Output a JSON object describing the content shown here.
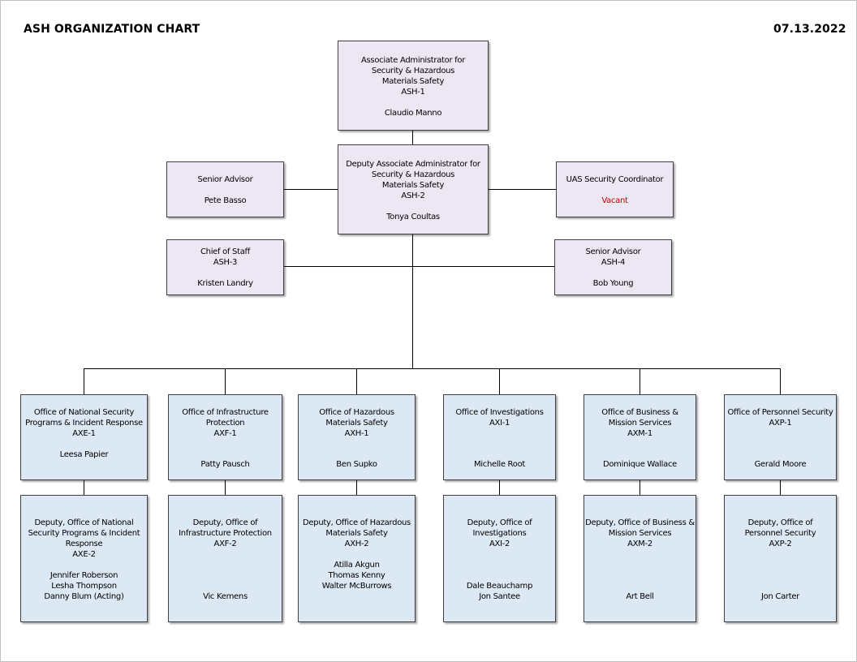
{
  "header": {
    "title": "ASH ORGANIZATION CHART",
    "date": "07.13.2022"
  },
  "colors": {
    "top_box": "#ede7f3",
    "office_box": "#dde8f5",
    "vacant": "#c00000"
  },
  "boxes": {
    "ash1": {
      "lines": [
        "Associate Administrator for",
        "Security & Hazardous",
        "Materials Safety",
        "ASH-1"
      ],
      "people": [
        "Claudio Manno"
      ]
    },
    "ash2": {
      "lines": [
        "Deputy Associate Administrator for",
        "Security & Hazardous",
        "Materials Safety",
        "ASH-2"
      ],
      "people": [
        "Tonya Coultas"
      ]
    },
    "senior_advisor_left": {
      "lines": [
        "Senior Advisor"
      ],
      "people": [
        "Pete  Basso"
      ]
    },
    "uas": {
      "lines": [
        "UAS Security Coordinator"
      ],
      "people": [
        "Vacant"
      ]
    },
    "ash3": {
      "lines": [
        "Chief of Staff",
        "ASH-3"
      ],
      "people": [
        "Kristen Landry"
      ]
    },
    "ash4": {
      "lines": [
        "Senior Advisor",
        "ASH-4"
      ],
      "people": [
        "Bob Young"
      ]
    },
    "axe1": {
      "lines": [
        "Office of National Security",
        "Programs & Incident Response",
        "AXE-1"
      ],
      "people": [
        "Leesa Papier"
      ]
    },
    "axf1": {
      "lines": [
        "Office of Infrastructure",
        "Protection",
        "AXF-1"
      ],
      "people": [
        "Patty Pausch"
      ]
    },
    "axh1": {
      "lines": [
        "Office of Hazardous",
        "Materials Safety",
        "AXH-1"
      ],
      "people": [
        "Ben Supko"
      ]
    },
    "axi1": {
      "lines": [
        "Office of Investigations",
        "AXI-1"
      ],
      "people": [
        "Michelle Root"
      ]
    },
    "axm1": {
      "lines": [
        "Office of Business &",
        "Mission Services",
        "AXM-1"
      ],
      "people": [
        "Dominique Wallace"
      ]
    },
    "axp1": {
      "lines": [
        "Office of Personnel Security",
        "AXP-1"
      ],
      "people": [
        "Gerald Moore"
      ]
    },
    "axe2": {
      "lines": [
        "Deputy, Office of National",
        "Security Programs & Incident",
        "Response",
        "AXE-2"
      ],
      "people": [
        "Jennifer Roberson",
        "Lesha Thompson",
        "Danny Blum (Acting)"
      ]
    },
    "axf2": {
      "lines": [
        "Deputy, Office of",
        "Infrastructure Protection",
        "AXF-2"
      ],
      "people": [
        "Vic Kemens"
      ]
    },
    "axh2": {
      "lines": [
        "Deputy, Office of Hazardous",
        "Materials Safety",
        "AXH-2"
      ],
      "people": [
        "Atilla Akgun",
        "Thomas Kenny",
        "Walter McBurrows"
      ]
    },
    "axi2": {
      "lines": [
        "Deputy, Office of",
        "Investigations",
        "AXI-2"
      ],
      "people": [
        "Dale Beauchamp",
        "Jon Santee"
      ]
    },
    "axm2": {
      "lines": [
        "Deputy, Office of Business &",
        "Mission Services",
        "AXM-2"
      ],
      "people": [
        "Art Bell"
      ]
    },
    "axp2": {
      "lines": [
        "Deputy, Office of",
        "Personnel Security",
        "AXP-2"
      ],
      "people": [
        "Jon Carter"
      ]
    }
  }
}
